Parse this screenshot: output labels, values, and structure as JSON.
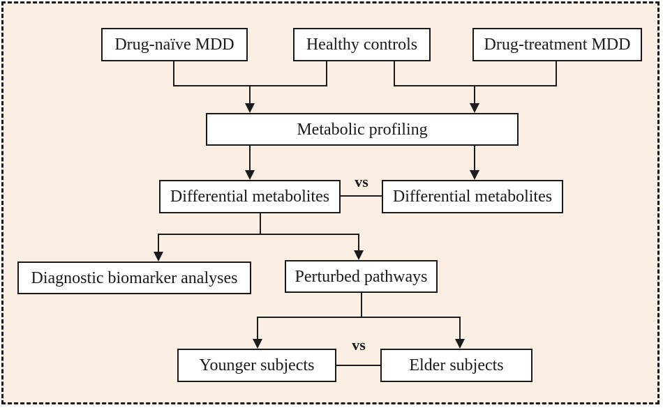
{
  "figure": {
    "type": "flowchart",
    "colors": {
      "panel_background": "#fbefe4",
      "node_fill": "#ffffff",
      "line": "#1a1a1a",
      "text": "#1a1a1a"
    },
    "nodes": {
      "drug_naive_mdd": "Drug-naïve MDD",
      "healthy_controls": "Healthy controls",
      "drug_treatment_mdd": "Drug-treatment MDD",
      "metabolic_profiling": "Metabolic profiling",
      "differential_metabolites_left": "Differential metabolites",
      "differential_metabolites_right": "Differential metabolites",
      "diagnostic_biomarker_analyses": "Diagnostic biomarker analyses",
      "perturbed_pathways": "Perturbed pathways",
      "younger_subjects": "Younger subjects",
      "elder_subjects": "Elder subjects"
    },
    "comparisons": {
      "vs_top": "vs",
      "vs_bottom": "vs"
    },
    "edges": [
      {
        "from": "drug_naive_mdd",
        "to": "metabolic_profiling",
        "style": "arrow-merge"
      },
      {
        "from": "healthy_controls",
        "to": "metabolic_profiling",
        "style": "arrow-merge"
      },
      {
        "from": "drug_treatment_mdd",
        "to": "metabolic_profiling",
        "style": "arrow-merge"
      },
      {
        "from": "metabolic_profiling",
        "to": "differential_metabolites_left",
        "style": "arrow"
      },
      {
        "from": "metabolic_profiling",
        "to": "differential_metabolites_right",
        "style": "arrow"
      },
      {
        "from": "differential_metabolites_left",
        "to": "differential_metabolites_right",
        "style": "vs-line"
      },
      {
        "from": "differential_metabolites_left",
        "to": "diagnostic_biomarker_analyses",
        "style": "arrow-branch"
      },
      {
        "from": "differential_metabolites_left",
        "to": "perturbed_pathways",
        "style": "arrow-branch"
      },
      {
        "from": "perturbed_pathways",
        "to": "younger_subjects",
        "style": "arrow-branch"
      },
      {
        "from": "perturbed_pathways",
        "to": "elder_subjects",
        "style": "arrow-branch"
      },
      {
        "from": "younger_subjects",
        "to": "elder_subjects",
        "style": "vs-line"
      }
    ]
  }
}
